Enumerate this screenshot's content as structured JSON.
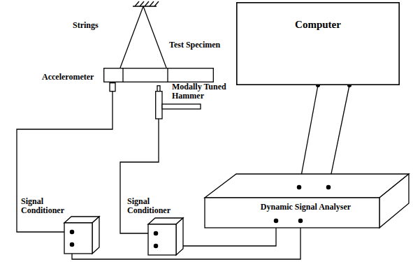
{
  "diagram": {
    "nodes": [
      {
        "text": [
          "Test Specimen"
        ]
      },
      {
        "text": [
          "Accelerometer"
        ]
      },
      {
        "text": [
          "Modally Tuned Hammer"
        ]
      },
      {
        "text": [
          "Computer"
        ]
      },
      {
        "text": [
          "Signal Conditioner"
        ]
      },
      {
        "text": [
          "Signal Conditioner"
        ]
      },
      {
        "text": [
          "Dynamic Signal Analyser"
        ]
      }
    ],
    "edges": [
      {
        "from": 1,
        "to": 4,
        "arrow": "none"
      },
      {
        "from": 4,
        "to": 6,
        "arrow": "none"
      },
      {
        "from": 2,
        "to": 5,
        "arrow": "none"
      },
      {
        "from": 5,
        "to": 6,
        "arrow": "none"
      },
      {
        "from": 3,
        "to": 6,
        "arrow": "none"
      },
      {
        "from": 3,
        "to": 6,
        "arrow": "none"
      }
    ],
    "labels": [
      "Strings"
    ]
  }
}
